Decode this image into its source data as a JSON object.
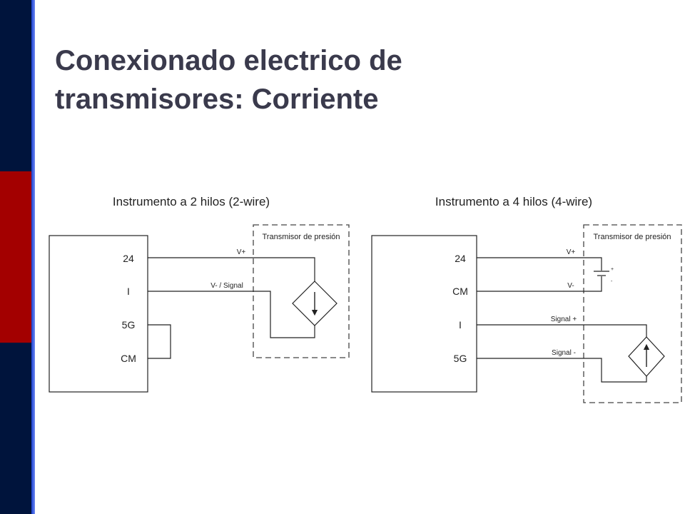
{
  "title": {
    "line1": "Conexionado electrico de",
    "line2": "transmisores: Corriente"
  },
  "colors": {
    "dark_navy": "#00143c",
    "dark_red": "#a30000",
    "accent_blue": "#3a5fe0",
    "title_text": "#3a3a4c"
  },
  "diagram_2wire": {
    "heading": "Instrumento a 2 hilos (2-wire)",
    "panel_terminals": [
      "24",
      "I",
      "5G",
      "CM"
    ],
    "transmitter_label": "Transmisor de presión",
    "wire_labels": [
      "V+",
      "V- / Signal"
    ]
  },
  "diagram_4wire": {
    "heading": "Instrumento a 4 hilos (4-wire)",
    "panel_terminals": [
      "24",
      "CM",
      "I",
      "5G"
    ],
    "transmitter_label": "Transmisor de presión",
    "wire_labels": [
      "V+",
      "V-",
      "Signal +",
      "Signal -"
    ],
    "battery_marks": [
      "+",
      "-"
    ]
  }
}
